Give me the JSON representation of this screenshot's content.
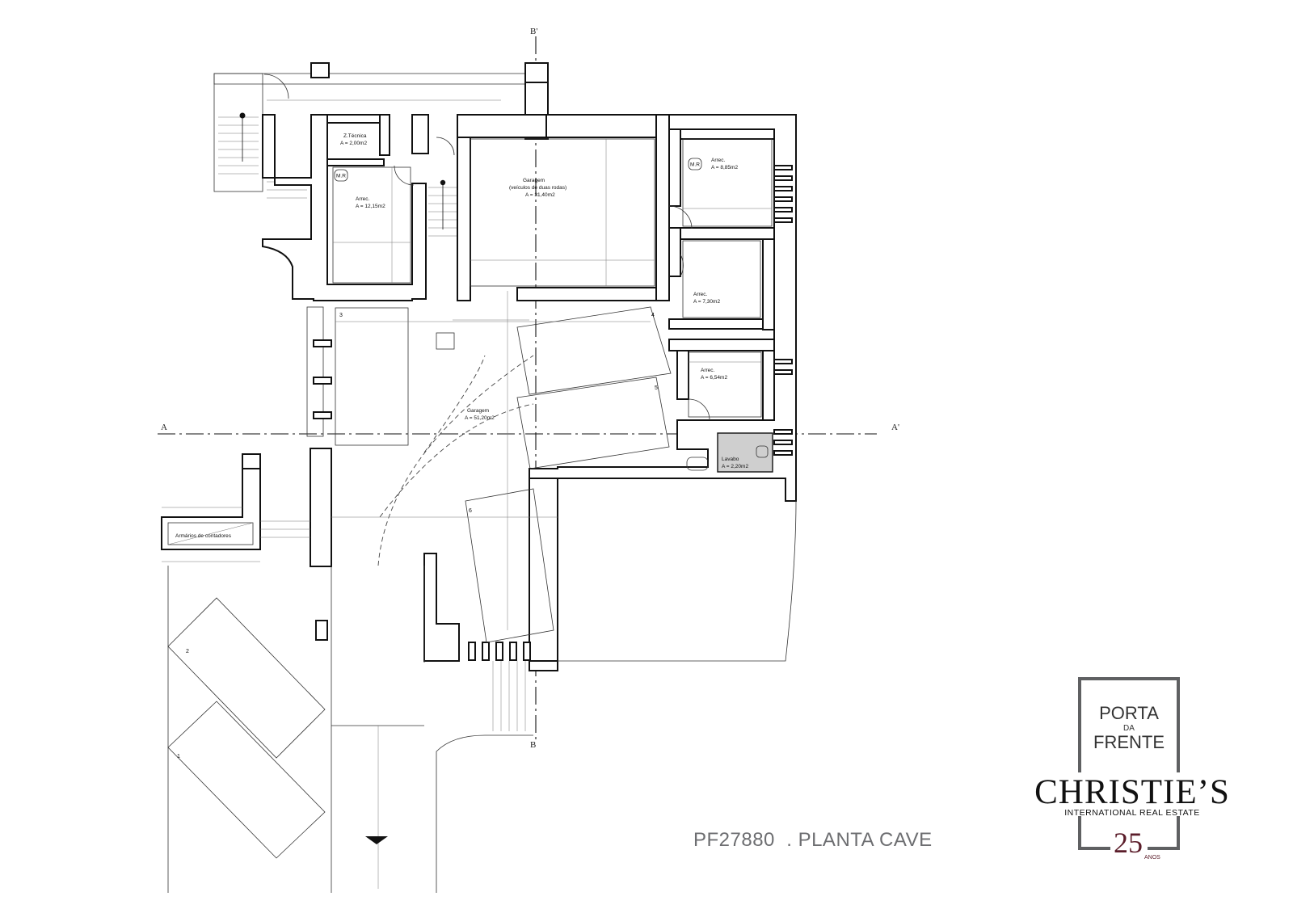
{
  "drawing": {
    "rooms": [
      {
        "key": "ztecnica",
        "name": "Z.Técnica",
        "area": "A = 2,00m2"
      },
      {
        "key": "arrec1",
        "name": "Arrec.",
        "area": "A = 12,15m2"
      },
      {
        "key": "garagem1",
        "name": "Garagem",
        "note": "(veículos de duas rodas)",
        "area": "A = 31,40m2"
      },
      {
        "key": "arrec2",
        "name": "Arrec.",
        "area": "A = 8,85m2"
      },
      {
        "key": "arrec3",
        "name": "Arrec.",
        "area": "A = 7,30m2"
      },
      {
        "key": "arrec4",
        "name": "Arrec.",
        "area": "A = 6,54m2"
      },
      {
        "key": "garagem2",
        "name": "Garagem",
        "area": "A = 51,20m2"
      },
      {
        "key": "lavabo",
        "name": "Lavabo",
        "area": "A = 2,20m2"
      },
      {
        "key": "armarios",
        "name": "Armários de contadores"
      }
    ],
    "parking_numbers": [
      "1",
      "2",
      "3",
      "4",
      "5",
      "6"
    ],
    "section_marks": {
      "a": "A",
      "a_prime": "A'",
      "b": "B",
      "b_prime": "B'"
    },
    "meter_tag": "M.R"
  },
  "caption": "PF27880  . PLANTA CAVE",
  "logo": {
    "line1": "PORTA",
    "line2": "DA",
    "line3": "FRENTE",
    "brand": "CHRISTIE’S",
    "subtitle": "INTERNATIONAL REAL ESTATE",
    "number": "25",
    "anos": "ANOS"
  },
  "colors": {
    "ink": "#111111",
    "caption": "#6d6e71",
    "logo_frame": "#5f6062",
    "accent": "#5b1d2a",
    "lavabo_fill": "#cfcfcf"
  }
}
